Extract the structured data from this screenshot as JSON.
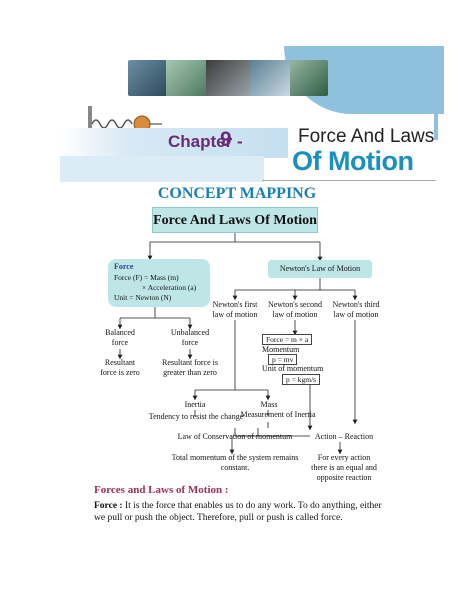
{
  "header": {
    "chapter_label": "Chapter -",
    "chapter_number": "9",
    "title_line1": "Force And Laws",
    "title_line2": "Of Motion",
    "colors": {
      "blue": "#1a8fc2",
      "purple": "#6c2b7a",
      "teal_box": "#bfe6e6"
    }
  },
  "concept_map": {
    "heading": "CONCEPT MAPPING",
    "root": "Force And Laws Of Motion",
    "force": {
      "title": "Force",
      "line1": "Force (F) = Mass (m)",
      "line2": "× Acceleration (a)",
      "line3": "Unit = Newton (N)"
    },
    "balanced": {
      "label1": "Balanced",
      "label2": "force",
      "result1": "Resultant",
      "result2": "force is zero"
    },
    "unbalanced": {
      "label1": "Unbalanced",
      "label2": "force",
      "result1": "Resultant force is",
      "result2": "greater than zero"
    },
    "newton": {
      "title": "Newton's Law of Motion",
      "first1": "Newton's first",
      "first2": "law of motion",
      "second1": "Newton's second",
      "second2": "law of motion",
      "third1": "Newton's third",
      "third2": "law of motion",
      "f_ma": "Force = m × a",
      "momentum": "Momentum",
      "p_mv": "p = mv",
      "unit_momentum": "Unit of momentum",
      "p_unit": "p = kgm/s"
    },
    "inertia": "Inertia",
    "inertia_desc": "Tendency to resist the change",
    "mass": "Mass",
    "mass_desc": "Measurement of Inertia",
    "conservation": "Law of Conservation of momentum",
    "conservation_desc1": "Total momentum of the system remains",
    "conservation_desc2": "constant.",
    "action": "Action – Reaction",
    "action_desc1": "For every action",
    "action_desc2": "there is an equal and",
    "action_desc3": "opposite reaction"
  },
  "section": {
    "title": "Forces and Laws of Motion :",
    "term": "Force :",
    "text": "It is the force that enables us to do any work. To do anything, either we pull or push the object. Therefore, pull or push is called force."
  }
}
